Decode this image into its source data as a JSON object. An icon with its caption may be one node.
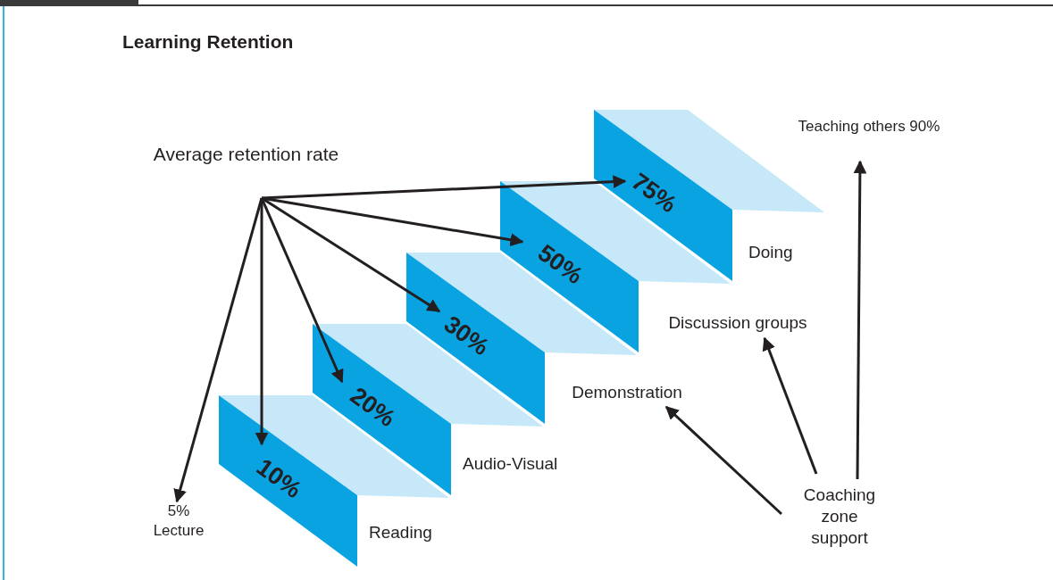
{
  "diagram": {
    "title": "Learning Retention",
    "nodes": [
      {
        "text": [
          "Average retention rate"
        ]
      },
      {
        "text": [
          "5% Lecture"
        ]
      },
      {
        "text": [
          "10%"
        ],
        "beside": [
          "Reading"
        ]
      },
      {
        "text": [
          "20%"
        ],
        "beside": [
          "Audio-Visual"
        ]
      },
      {
        "text": [
          "30%"
        ]
      },
      {
        "text": [
          "Demonstration"
        ]
      },
      {
        "text": [
          "50%"
        ]
      },
      {
        "text": [
          "Discussion groups"
        ]
      },
      {
        "text": [
          "75%"
        ],
        "beside": [
          "Doing"
        ]
      },
      {
        "text": [
          "Teaching others 90%"
        ]
      },
      {
        "text": [
          "Coaching zone support"
        ]
      }
    ],
    "edges": [
      {
        "from": 0,
        "to": 1,
        "arrow": "to"
      },
      {
        "from": 0,
        "to": 2,
        "arrow": "to"
      },
      {
        "from": 0,
        "to": 3,
        "arrow": "to"
      },
      {
        "from": 0,
        "to": 4,
        "arrow": "to"
      },
      {
        "from": 0,
        "to": 6,
        "arrow": "to"
      },
      {
        "from": 0,
        "to": 8,
        "arrow": "to"
      },
      {
        "from": 10,
        "to": 5,
        "arrow": "to"
      },
      {
        "from": 10,
        "to": 7,
        "arrow": "to"
      },
      {
        "from": 10,
        "to": 9,
        "arrow": "to"
      }
    ]
  }
}
